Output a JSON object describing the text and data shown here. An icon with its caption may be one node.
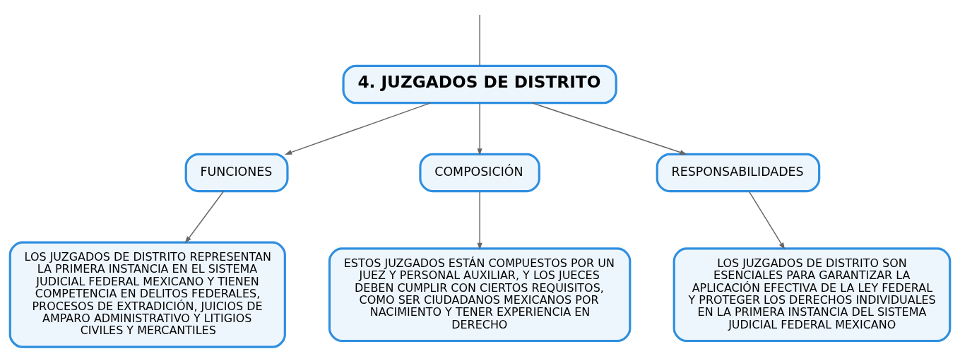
{
  "diagram": {
    "nodes": [
      {
        "text": [
          "4. JUZGADOS DE DISTRITO"
        ]
      },
      {
        "text": [
          "FUNCIONES"
        ]
      },
      {
        "text": [
          "COMPOSICIÓN"
        ]
      },
      {
        "text": [
          "RESPONSABILIDADES"
        ]
      },
      {
        "text": [
          "LOS JUZGADOS DE DISTRITO REPRESENTAN LA PRIMERA INSTANCIA EN EL SISTEMA JUDICIAL FEDERAL MEXICANO Y TIENEN COMPETENCIA EN DELITOS FEDERALES, PROCESOS DE EXTRADICIÓN, JUICIOS DE AMPARO ADMINISTRATIVO Y LITIGIOS CIVILES Y MERCANTILES"
        ]
      },
      {
        "text": [
          "ESTOS JUZGADOS ESTÁN COMPUESTOS POR UN JUEZ Y PERSONAL AUXILIAR, Y LOS JUECES DEBEN CUMPLIR CON CIERTOS REQUISITOS, COMO SER CIUDADANOS MEXICANOS POR NACIMIENTO Y TENER EXPERIENCIA EN DERECHO"
        ]
      },
      {
        "text": [
          "LOS JUZGADOS DE DISTRITO SON ESENCIALES PARA GARANTIZAR LA APLICACIÓN EFECTIVA DE LA LEY FEDERAL Y PROTEGER LOS DERECHOS INDIVIDUALES EN LA PRIMERA INSTANCIA DEL SISTEMA JUDICIAL FEDERAL MEXICANO"
        ]
      }
    ],
    "edges": [
      {
        "from": null,
        "to": 0,
        "arrow": "none"
      },
      {
        "from": 0,
        "to": 1,
        "arrow": "to"
      },
      {
        "from": 0,
        "to": 2,
        "arrow": "to"
      },
      {
        "from": 0,
        "to": 3,
        "arrow": "to"
      },
      {
        "from": 1,
        "to": 4,
        "arrow": "to"
      },
      {
        "from": 2,
        "to": 5,
        "arrow": "to"
      },
      {
        "from": 3,
        "to": 6,
        "arrow": "to"
      }
    ]
  }
}
